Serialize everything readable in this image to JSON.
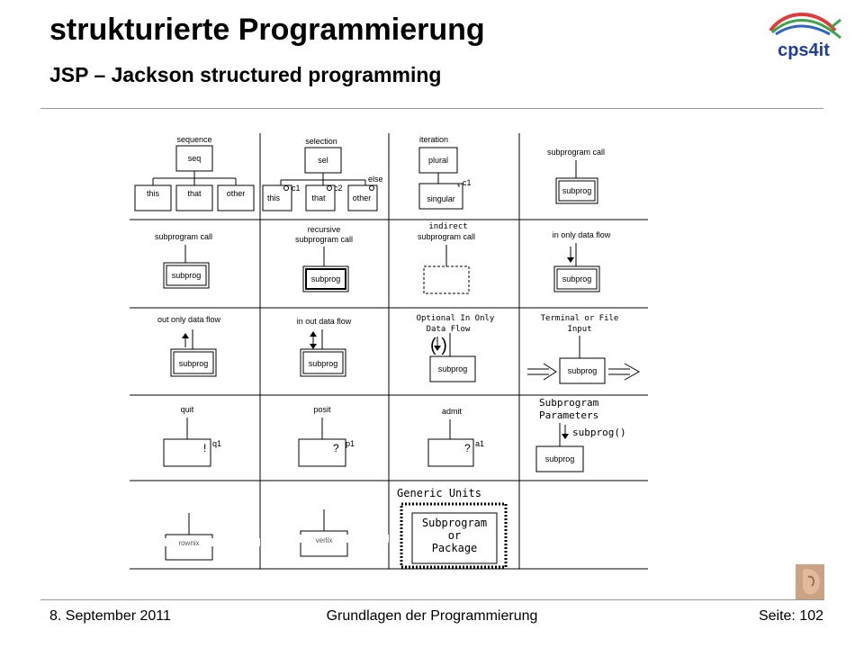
{
  "header": {
    "title": "strukturierte Programmierung",
    "subtitle": "JSP – Jackson structured programming",
    "logo_text": "cps4it"
  },
  "footer": {
    "date": "8. September 2011",
    "course": "Grundlagen der Programmierung",
    "page": "Seite: 102"
  },
  "diagram": {
    "sequence": {
      "label": "sequence",
      "root": "seq",
      "children": [
        "this",
        "that",
        "other"
      ]
    },
    "selection": {
      "label": "selection",
      "root": "sel",
      "children": [
        "this",
        "that",
        "other"
      ],
      "conds": [
        "c1",
        "c2"
      ],
      "else": "else"
    },
    "iteration": {
      "label": "iteration",
      "root": "plural",
      "child": "singular",
      "cond": "c1"
    },
    "subprogram_call_1": {
      "label": "subprogram call",
      "box": "subprog"
    },
    "subprogram_call_2": {
      "label": "subprogram call",
      "box": "subprog"
    },
    "recursive": {
      "label_line1": "recursive",
      "label_line2": "subprogram call",
      "box": "subprog"
    },
    "indirect": {
      "label_line1": "indirect",
      "label_line2": "subprogram call"
    },
    "in_only": {
      "label": "in only data flow",
      "box": "subprog"
    },
    "out_only": {
      "label": "out only data flow",
      "box": "subprog"
    },
    "in_out": {
      "label": "in out data flow",
      "box": "subprog"
    },
    "optional_in": {
      "label_line1": "Optional In Only",
      "label_line2": "Data Flow",
      "box": "subprog"
    },
    "terminal": {
      "label_line1": "Terminal or File",
      "label_line2": "Input",
      "box": "subprog"
    },
    "quit": {
      "label": "quit",
      "mark": "!",
      "cond": "q1"
    },
    "posit": {
      "label": "posit",
      "mark": "?",
      "cond": "p1"
    },
    "admit": {
      "label": "admit",
      "mark": "?",
      "cond": "a1"
    },
    "params": {
      "label_line1": "Subprogram",
      "label_line2": "Parameters",
      "call": "subprog()",
      "box": "subprog"
    },
    "generic": {
      "label": "Generic Units",
      "box_line1": "Subprogram",
      "box_line2": "or",
      "box_line3": "Package"
    },
    "rowtiles": {
      "tile1": "rownix",
      "tile2": "verlix"
    }
  }
}
